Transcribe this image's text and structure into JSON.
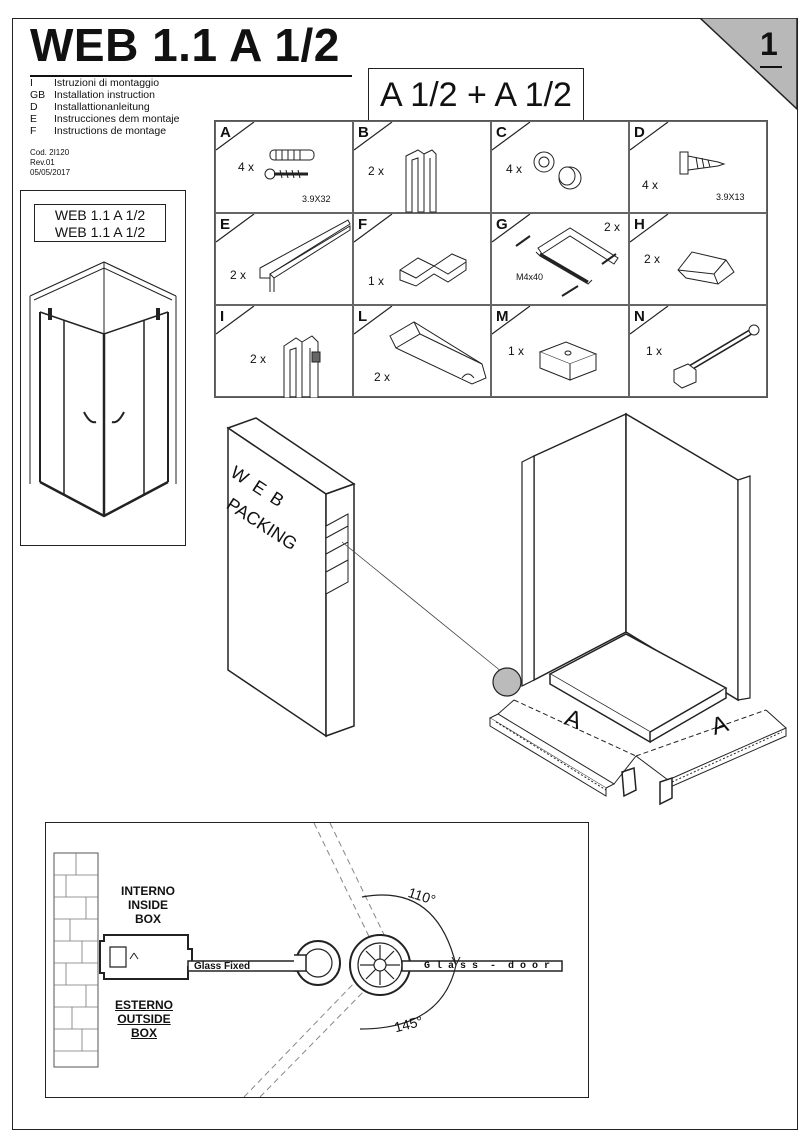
{
  "header": {
    "title": "WEB 1.1 A 1/2",
    "languages": [
      {
        "code": "I",
        "text": "Istruzioni di montaggio"
      },
      {
        "code": "GB",
        "text": "Installation instruction"
      },
      {
        "code": "D",
        "text": "Installattionanleitung"
      },
      {
        "code": "E",
        "text": "Instrucciones dem montaje"
      },
      {
        "code": "F",
        "text": "Instructions de montage"
      }
    ],
    "cod": "Cod. 2I120",
    "rev": "Rev.01",
    "date": "05/05/2017",
    "model_combo": "A 1/2 + A 1/2",
    "page_number": "1"
  },
  "parts": [
    {
      "letter": "A",
      "qty": "4 x",
      "dim": "3.9X32",
      "icon": "wall-plug-and-screw-icon"
    },
    {
      "letter": "B",
      "qty": "2 x",
      "dim": "",
      "icon": "wall-profile-icon"
    },
    {
      "letter": "C",
      "qty": "4 x",
      "dim": "",
      "icon": "screw-cap-icon"
    },
    {
      "letter": "D",
      "qty": "4 x",
      "dim": "3.9X13",
      "icon": "countersunk-screw-icon"
    },
    {
      "letter": "E",
      "qty": "2 x",
      "dim": "",
      "icon": "bottom-seal-profile-icon"
    },
    {
      "letter": "F",
      "qty": "1 x",
      "dim": "",
      "icon": "corner-joint-icon"
    },
    {
      "letter": "G",
      "qty": "2 x",
      "dim": "M4x40",
      "icon": "handle-icon"
    },
    {
      "letter": "H",
      "qty": "2 x",
      "dim": "",
      "icon": "end-cap-icon"
    },
    {
      "letter": "I",
      "qty": "2 x",
      "dim": "",
      "icon": "magnetic-profile-icon"
    },
    {
      "letter": "L",
      "qty": "2 x",
      "dim": "",
      "icon": "sliding-block-icon"
    },
    {
      "letter": "M",
      "qty": "1 x",
      "dim": "",
      "icon": "spacer-block-icon"
    },
    {
      "letter": "N",
      "qty": "1 x",
      "dim": "",
      "icon": "stabilizer-bar-icon"
    }
  ],
  "left_panel": {
    "model_line_1": "WEB 1.1  A 1/2",
    "model_line_2": "WEB 1.1  A 1/2"
  },
  "packing": {
    "line1": "W E B",
    "line2": "PACKING"
  },
  "dimensions": {
    "side_a_label": "A",
    "side_b_label": "A"
  },
  "detail": {
    "inside_1": "INTERNO",
    "inside_2": "INSIDE",
    "inside_3": "BOX",
    "outside_1": "ESTERNO",
    "outside_2": "OUTSIDE",
    "outside_3": "BOX",
    "glass_fixed": "Glass Fixed",
    "glass_door": "G l a s s  -  d o o r",
    "angle_open": "110°",
    "angle_wide": "145°"
  }
}
